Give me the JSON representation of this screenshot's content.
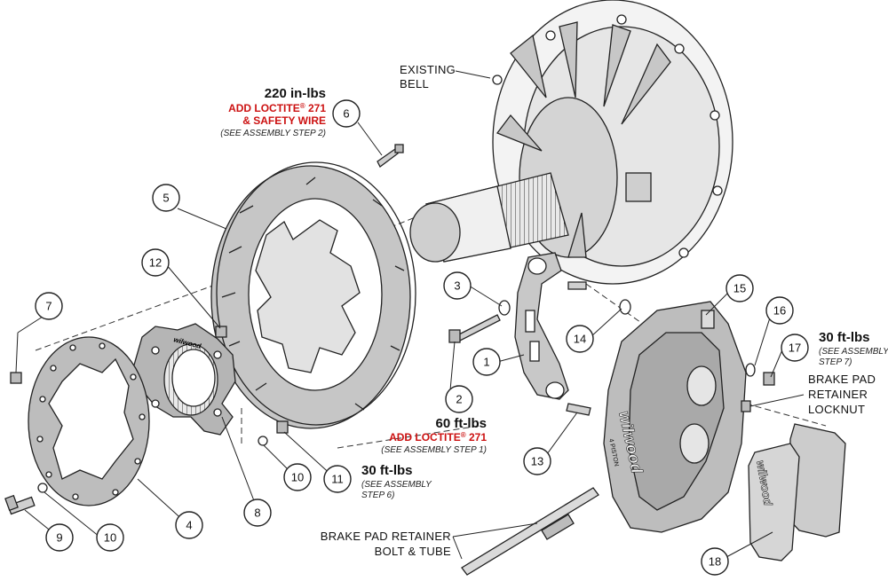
{
  "labels": {
    "existing_bell": [
      "EXISTING",
      "BELL"
    ],
    "brake_pad_retainer_locknut": [
      "BRAKE PAD",
      "RETAINER",
      "LOCKNUT"
    ],
    "brake_pad_retainer_bolt_tube": [
      "BRAKE PAD RETAINER",
      "BOLT & TUBE"
    ]
  },
  "notes": {
    "n220": {
      "torque": "220 in-lbs",
      "red1": "ADD LOCTITE",
      "reg": "®",
      "red1b": " 271",
      "red2": "& SAFETY WIRE",
      "note": "(SEE ASSEMBLY STEP 2)"
    },
    "n60": {
      "torque": "60 ft-lbs",
      "red1": "ADD LOCTITE",
      "reg": "®",
      "red1b": " 271",
      "note": "(SEE ASSEMBLY STEP 1)"
    },
    "n30a": {
      "torque": "30 ft-lbs",
      "note1": "(SEE ASSEMBLY",
      "note2": "STEP 7)"
    },
    "n30b": {
      "torque": "30 ft-lbs",
      "note1": "(SEE ASSEMBLY",
      "note2": "STEP 6)"
    }
  },
  "callouts": {
    "c1": "1",
    "c2": "2",
    "c3": "3",
    "c4": "4",
    "c5": "5",
    "c6": "6",
    "c7": "7",
    "c8": "8",
    "c9": "9",
    "c10a": "10",
    "c10b": "10",
    "c11": "11",
    "c12": "12",
    "c13": "13",
    "c14": "14",
    "c15": "15",
    "c16": "16",
    "c17": "17",
    "c18": "18"
  },
  "brand": {
    "logo": "wilwood",
    "caliper_text": "4 PISTON"
  },
  "colors": {
    "accent_red": "#cc1111",
    "part_gray": "#b9b9b9",
    "part_light": "#dedede",
    "line": "#222222"
  }
}
